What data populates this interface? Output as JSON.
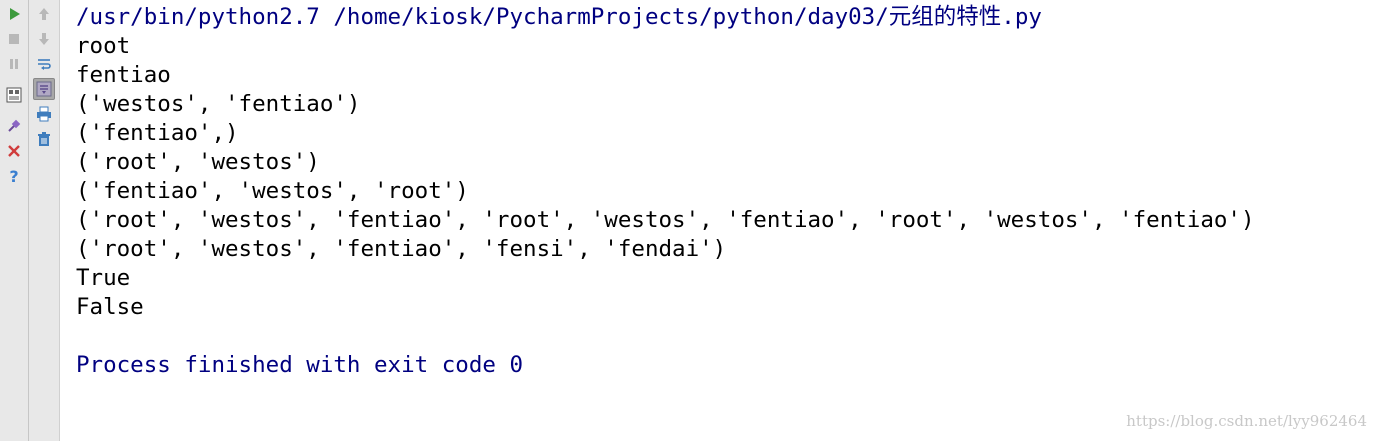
{
  "toolbar": {
    "left": [
      "run-icon",
      "stop-icon",
      "pause-icon",
      "layout-icon",
      "pin-icon",
      "close-icon",
      "help-icon"
    ],
    "right": [
      "up-arrow-icon",
      "down-arrow-icon",
      "soft-wrap-icon",
      "scroll-to-end-icon",
      "print-icon",
      "trash-icon"
    ],
    "colors": {
      "run": "#3c9a3c",
      "close": "#d03c3c",
      "help": "#3a7fd0",
      "accent": "#3f7dbd"
    }
  },
  "console": {
    "command": "/usr/bin/python2.7 /home/kiosk/PycharmProjects/python/day03/元组的特性.py",
    "output": [
      "root",
      "fentiao",
      "('westos', 'fentiao')",
      "('fentiao',)",
      "('root', 'westos')",
      "('fentiao', 'westos', 'root')",
      "('root', 'westos', 'fentiao', 'root', 'westos', 'fentiao', 'root', 'westos', 'fentiao')",
      "('root', 'westos', 'fentiao', 'fensi', 'fendai')",
      "True",
      "False"
    ],
    "process_message": "Process finished with exit code 0"
  },
  "watermark": "https://blog.csdn.net/lyy962464"
}
